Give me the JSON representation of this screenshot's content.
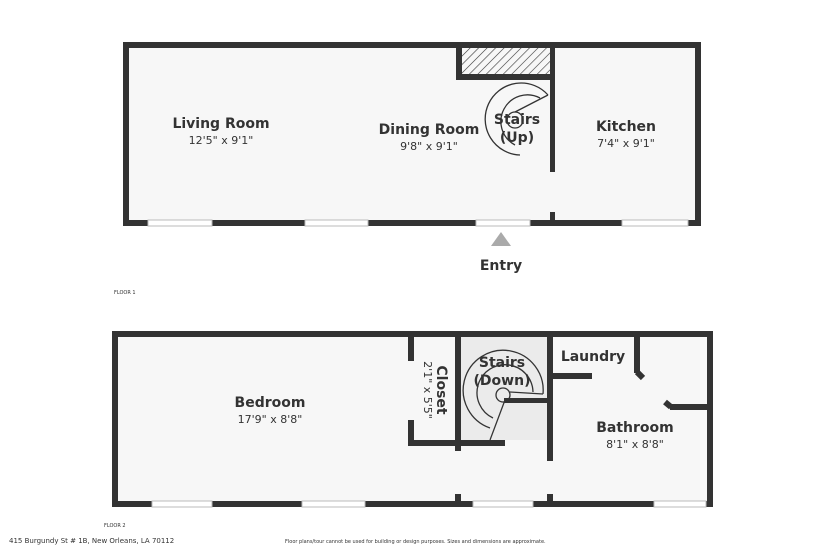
{
  "floor1": {
    "label": "FLOOR 1",
    "rooms": [
      {
        "name": "Living Room",
        "dims": "12'5\" x 9'1\""
      },
      {
        "name": "Dining Room",
        "dims": "9'8\" x 9'1\""
      },
      {
        "name": "Kitchen",
        "dims": "7'4\" x 9'1\""
      }
    ],
    "stairs": {
      "line1": "Stairs",
      "line2": "(Up)"
    },
    "entry": "Entry"
  },
  "floor2": {
    "label": "FLOOR 2",
    "rooms": [
      {
        "name": "Bedroom",
        "dims": "17'9\" x 8'8\""
      },
      {
        "name": "Closet",
        "dims": "2'1\" x 5'5\""
      },
      {
        "name": "Laundry"
      },
      {
        "name": "Bathroom",
        "dims": "8'1\" x 8'8\""
      }
    ],
    "stairs": {
      "line1": "Stairs",
      "line2": "(Down)"
    }
  },
  "footer": {
    "address": "415 Burgundy St # 1B, New Orleans, LA 70112",
    "disclaimer": "Floor plans/tour cannot be used for building or design purposes. Sizes and dimensions are approximate."
  },
  "colors": {
    "wall": "#333333",
    "floor": "#f7f7f7",
    "stairs": "#ebebeb"
  }
}
